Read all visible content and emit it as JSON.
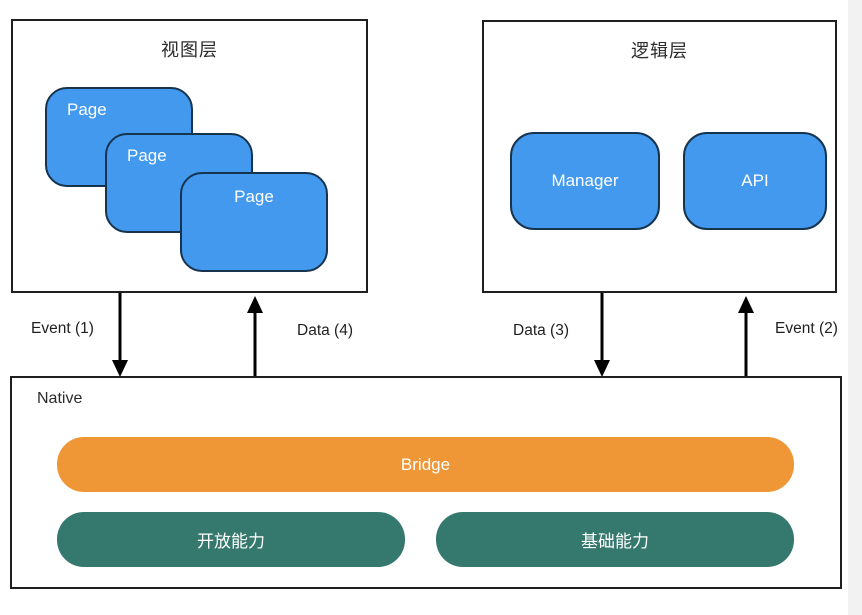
{
  "diagram": {
    "view_layer": {
      "title": "视图层",
      "pages": [
        {
          "label": "Page"
        },
        {
          "label": "Page"
        },
        {
          "label": "Page"
        }
      ]
    },
    "logic_layer": {
      "title": "逻辑层",
      "modules": [
        {
          "label": "Manager"
        },
        {
          "label": "API"
        }
      ]
    },
    "native_layer": {
      "title": "Native",
      "bridge_label": "Bridge",
      "capabilities": [
        {
          "label": "开放能力"
        },
        {
          "label": "基础能力"
        }
      ]
    },
    "arrows": [
      {
        "label": "Event (1)",
        "direction": "down"
      },
      {
        "label": "Data (4)",
        "direction": "up"
      },
      {
        "label": "Data (3)",
        "direction": "down"
      },
      {
        "label": "Event (2)",
        "direction": "up"
      }
    ]
  },
  "colors": {
    "card_blue": "#4299ee",
    "card_border": "#17344f",
    "bridge_orange": "#ef9737",
    "capability_teal": "#35786d",
    "box_border": "#1f1f1f",
    "arrow_black": "#000000",
    "text_dark": "#2b2b2b",
    "edge_strip_gray": "#f2f2f2"
  }
}
